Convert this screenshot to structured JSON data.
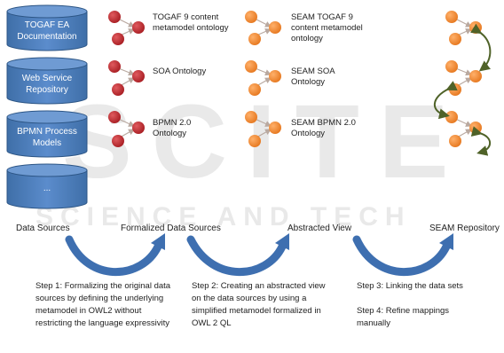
{
  "watermark": {
    "large": "SCITE",
    "small": "SCIENCE AND TECH"
  },
  "data_sources": [
    {
      "label": "TOGAF EA Documentation"
    },
    {
      "label": "Web Service Repository"
    },
    {
      "label": "BPMN Process Models"
    },
    {
      "label": "..."
    }
  ],
  "formalized": [
    {
      "label": "TOGAF 9 content metamodel ontology"
    },
    {
      "label": "SOA Ontology"
    },
    {
      "label": "BPMN 2.0 Ontology"
    }
  ],
  "abstracted": [
    {
      "label": "SEAM TOGAF 9 content metamodel ontology"
    },
    {
      "label": "SEAM SOA Ontology"
    },
    {
      "label": "SEAM BPMN 2.0 Ontology"
    }
  ],
  "stages": {
    "data_sources": "Data Sources",
    "formalized": "Formalized Data Sources",
    "abstracted": "Abstracted View",
    "repository": "SEAM Repository"
  },
  "steps": {
    "step1": "Step 1: Formalizing  the original data sources by defining the underlying metamodel in OWL2 without restricting the language expressivity",
    "step2": "Step 2: Creating an abstracted view on the data sources by using a simplified metamodel formalized in OWL 2 QL",
    "step3": "Step 3: Linking the data sets",
    "step4": "Step 4: Refine mappings manually"
  },
  "colors": {
    "db_fill": "#4f81bd",
    "db_stroke": "#2c5585",
    "red_node": "#c0282d",
    "orange_node": "#f79646",
    "link_green": "#4f6228",
    "arrow_blue": "#3e6fb0"
  }
}
